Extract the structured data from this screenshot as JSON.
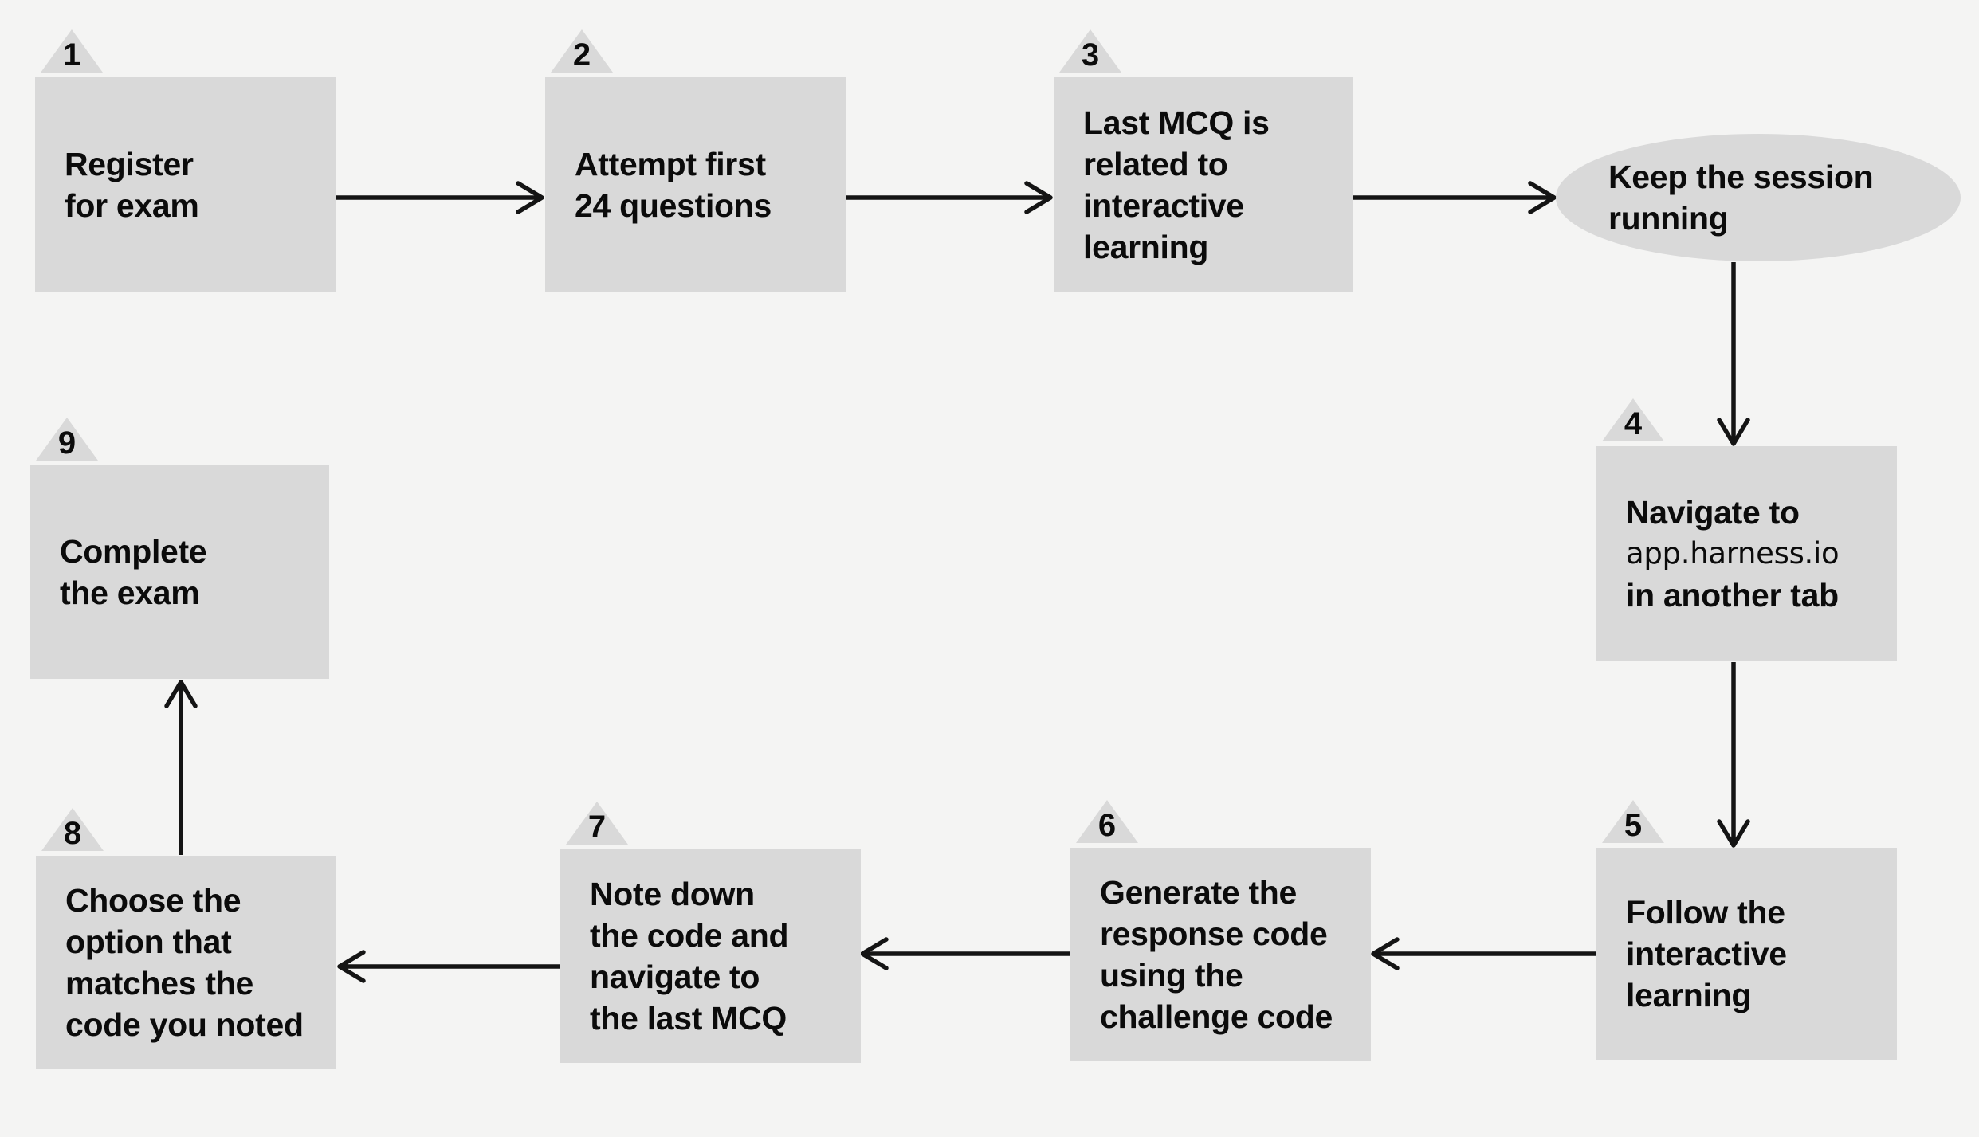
{
  "flowchart": {
    "background_color": "#f4f4f3",
    "node_fill_color": "#d9d9d9",
    "arrow_color": "#141414",
    "text_color": "#0b0b0b",
    "steps": [
      {
        "number": "1",
        "shape": "rect",
        "label": "Register\nfor exam"
      },
      {
        "number": "2",
        "shape": "rect",
        "label": "Attempt first\n24 questions"
      },
      {
        "number": "3",
        "shape": "rect",
        "label": "Last MCQ is\nrelated to\ninteractive\nlearning"
      },
      {
        "shape": "ellipse",
        "label": "Keep the session\nrunning"
      },
      {
        "number": "4",
        "shape": "rect",
        "lines": [
          "Navigate to",
          "app.harness.io",
          "in another tab"
        ]
      },
      {
        "number": "5",
        "shape": "rect",
        "label": "Follow the\ninteractive\nlearning"
      },
      {
        "number": "6",
        "shape": "rect",
        "label": "Generate the\nresponse code\nusing the\nchallenge code"
      },
      {
        "number": "7",
        "shape": "rect",
        "label": "Note down\nthe code and\nnavigate to\nthe last MCQ"
      },
      {
        "number": "8",
        "shape": "rect",
        "label": "Choose the\noption that\nmatches the\ncode you noted"
      },
      {
        "number": "9",
        "shape": "rect",
        "label": "Complete\nthe exam"
      }
    ]
  }
}
